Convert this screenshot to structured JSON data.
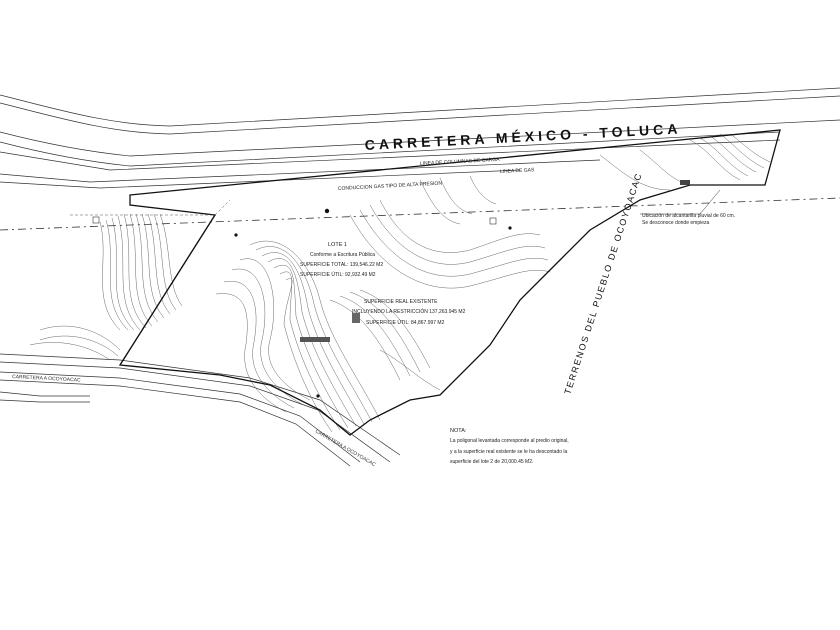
{
  "plan": {
    "road_title": "CARRETERA MÉXICO - TOLUCA",
    "side_title": "TERRENOS DEL PUEBLO DE OCOYOACAC",
    "road_bottom_1": "CARRETERA A OCOYOACAC",
    "road_bottom_2": "CARRETERA A OCOYOACAC",
    "gas_line_1": "LINEA DE COLUMNAS DE CARGA",
    "gas_line_2": "CONDUCCION GAS TIPO DE ALTA PRESION",
    "gas_line_3": "LINEA DE GAS",
    "culvert_note_1": "Ubicación de alcantarilla pluvial de 60 cm.",
    "culvert_note_2": "Se desconoce donde empieza",
    "lot": {
      "name": "LOTE 1",
      "deed": "Conforme a Escritura Pública",
      "total_area": "SUPERFICIE TOTAL: 139,546.22 M2",
      "useful_area": "SUPERFICIE ÚTIL: 92,932.49 M2"
    },
    "real": {
      "heading": "SUPERFICIE REAL EXISTENTE",
      "incl": "INCLUYENDO LA RESTRICCIÓN 137,263.945 M2",
      "useful": "SUPERFICIE ÚTIL: 84,867.997 M2"
    },
    "note": {
      "heading": "NOTA:",
      "line1": "La poligonal levantada corresponde al predio original,",
      "line2": "y a la superficie real existente se le ha descontado la",
      "line3": "superficie del lote 2 de 20,000.45 M2."
    }
  }
}
